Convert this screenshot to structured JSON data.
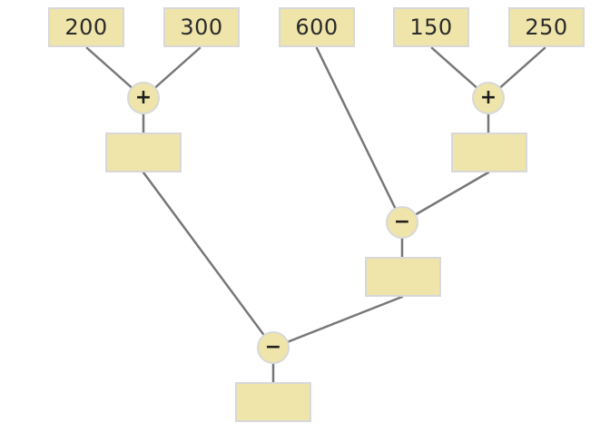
{
  "inputs": [
    "200",
    "300",
    "600",
    "150",
    "250"
  ],
  "operators": [
    "+",
    "+",
    "−",
    "−"
  ],
  "results": [
    "",
    "",
    "",
    ""
  ]
}
